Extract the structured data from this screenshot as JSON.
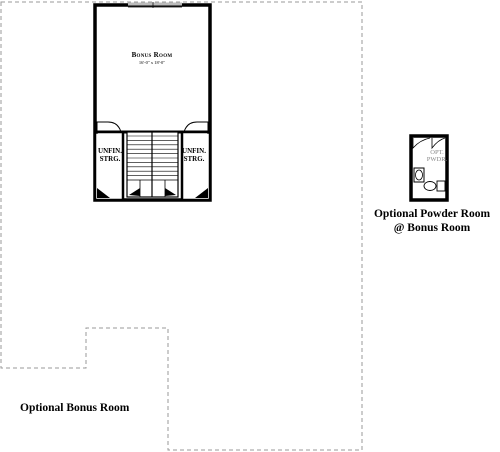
{
  "bonus_room": {
    "title": "Bonus Room",
    "dimensions": "16'-0\" x 18'-0\""
  },
  "storage_left": {
    "line1": "UNFIN.",
    "line2": "STRG."
  },
  "storage_right": {
    "line1": "UNFIN.",
    "line2": "STRG."
  },
  "powder_room": {
    "line1": "OPT.",
    "line2": "PWDR."
  },
  "captions": {
    "powder_line1": "Optional Powder Room",
    "powder_line2": "@ Bonus Room",
    "bonus": "Optional Bonus Room"
  },
  "colors": {
    "wall": "#000000",
    "dashed_outline": "#9a9a9a",
    "label": "#000000",
    "powder_label": "#8a8a8a"
  }
}
